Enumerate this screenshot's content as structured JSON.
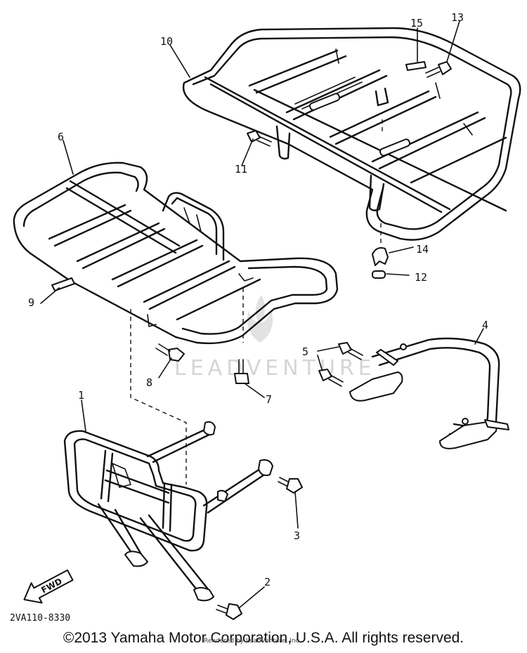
{
  "diagram": {
    "part_code": "2VA110-8330",
    "fwd_label": "FWD",
    "watermark": "LEADVENTURE",
    "callouts": [
      {
        "number": "1"
      },
      {
        "number": "2"
      },
      {
        "number": "3"
      },
      {
        "number": "4"
      },
      {
        "number": "5"
      },
      {
        "number": "6"
      },
      {
        "number": "7"
      },
      {
        "number": "8"
      },
      {
        "number": "9"
      },
      {
        "number": "10"
      },
      {
        "number": "11"
      },
      {
        "number": "12"
      },
      {
        "number": "13"
      },
      {
        "number": "14"
      },
      {
        "number": "15"
      }
    ]
  },
  "footer": {
    "copyright": "©2013 Yamaha Motor Corporation, U.S.A. All rights reserved.",
    "rendered_note": "Rendered by LeadVenture, Inc."
  }
}
